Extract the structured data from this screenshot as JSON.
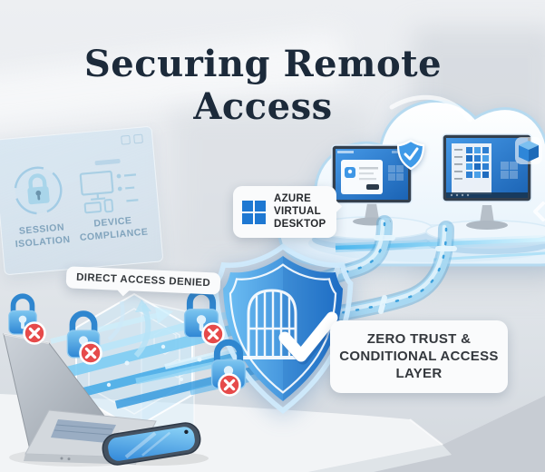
{
  "title": "Securing Remote Access",
  "cloud_section": {
    "avd_label": "AZURE\nVIRTUAL\nDESKTOP"
  },
  "security": {
    "denied_label": "DIRECT ACCESS DENIED",
    "zero_trust_label": "ZERO TRUST &\nCONDITIONAL ACCESS\nLAYER"
  },
  "panel": {
    "session_label": "SESSION\nISOLATION",
    "device_label": "DEVICE\nCOMPLIANCE"
  },
  "icons": {
    "windows_logo": "⊞",
    "shield_check": "✓",
    "denied_x": "✕",
    "padlock": "🔒",
    "cloud": "☁",
    "cube": "⧈",
    "chevron_left": "❮"
  },
  "colors": {
    "title_navy": "#1c2a3a",
    "accent_blue": "#2e8fdc",
    "deep_blue": "#1e6fc8",
    "light_blue": "#bfe3f7",
    "denied_red": "#e64a4a",
    "label_bg": "#fafbfc",
    "desk_white": "#f2f4f6"
  }
}
